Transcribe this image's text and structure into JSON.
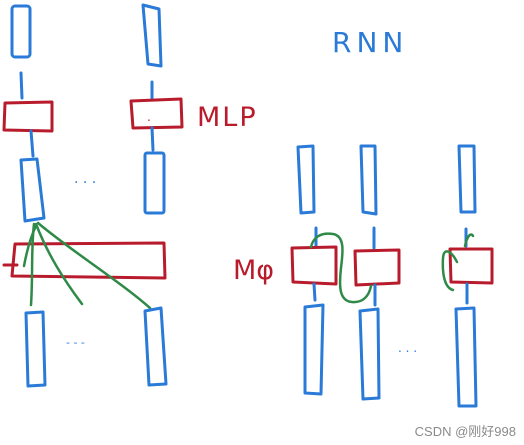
{
  "labels": {
    "mlp": "MLP",
    "rnn": "RNN",
    "mphi": "Mφ",
    "dots_top": ". . .",
    "dots_bottom_left": "- - -",
    "dots_bottom_right": ". . ."
  },
  "watermark": "CSDN @刚好998",
  "colors": {
    "vector_stroke": "#2a7ad8",
    "block_stroke": "#b81c2c",
    "connection_stroke": "#2f8a48",
    "background": "#ffffff",
    "watermark": "#8a8a8a"
  }
}
